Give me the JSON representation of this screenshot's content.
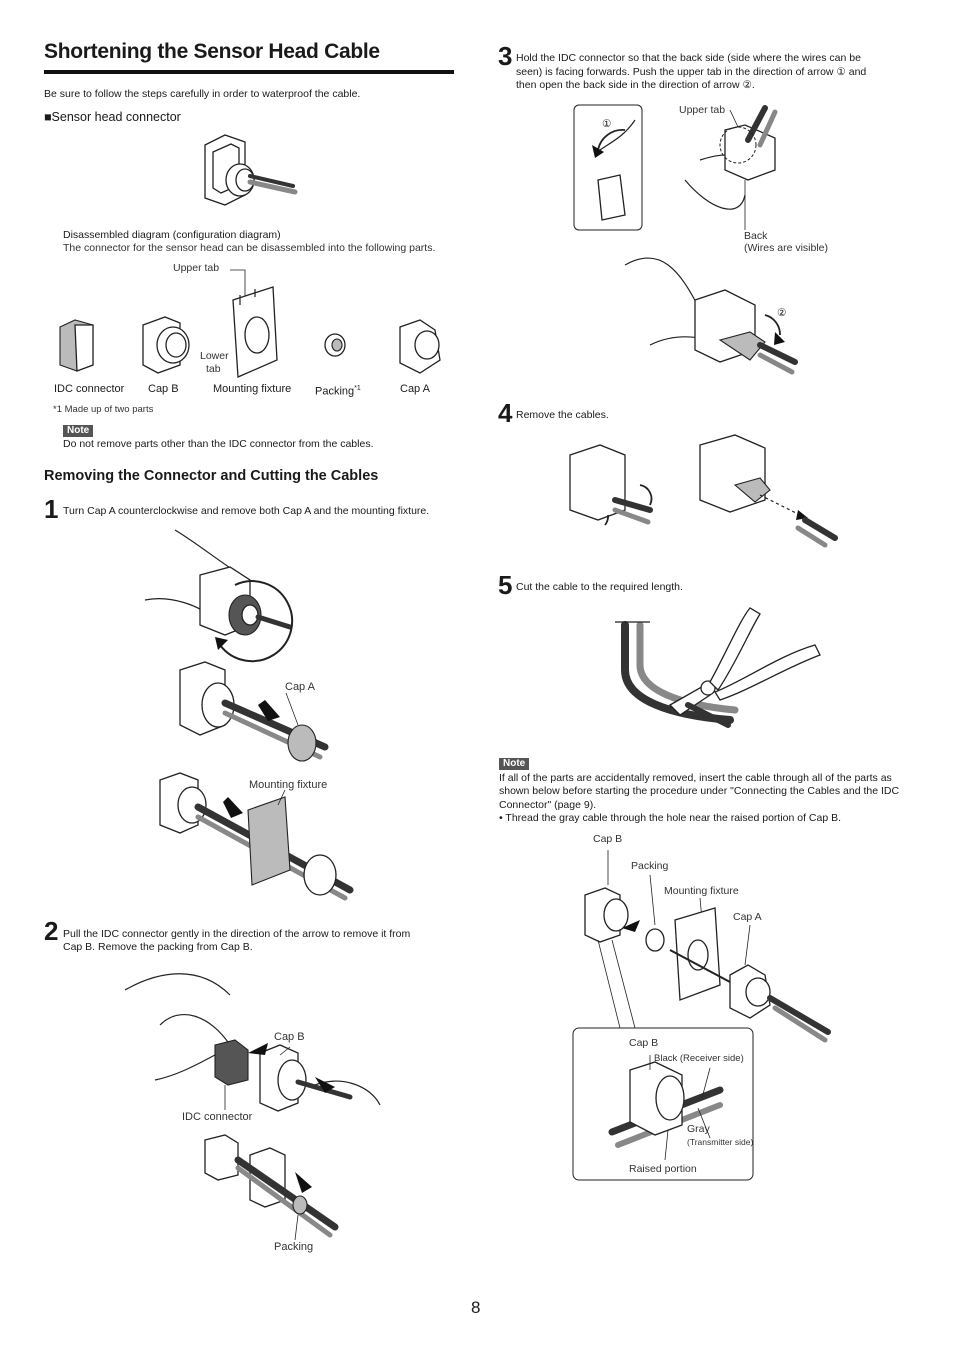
{
  "title": "Shortening the Sensor Head Cable",
  "intro": "Be sure to follow the steps carefully in order to waterproof the cable.",
  "sensor_head_connector": "■Sensor head connector",
  "disassembled": {
    "heading": "Disassembled diagram (configuration diagram)",
    "desc": "The connector for the sensor head can be disassembled into the following parts.",
    "upper_tab": "Upper tab",
    "lower_tab_1": "Lower",
    "lower_tab_2": "tab",
    "parts": [
      "IDC connector",
      "Cap B",
      "Mounting fixture",
      "Packing",
      "Cap A"
    ],
    "packing_sup": "*1",
    "footnote": "*1  Made up of two parts"
  },
  "note1": {
    "badge": "Note",
    "text": "Do not remove parts other than the IDC connector from the cables."
  },
  "section_heading": "Removing the Connector and Cutting the Cables",
  "step1": {
    "num": "1",
    "text": "Turn Cap A counterclockwise and remove both Cap A and the mounting fixture.",
    "label_cap_a": "Cap A",
    "label_mounting": "Mounting fixture"
  },
  "step2": {
    "num": "2",
    "text1": "Pull the IDC connector gently in the direction of the arrow to remove it from",
    "text2": "Cap B. Remove the packing from Cap B.",
    "label_cap_b": "Cap B",
    "label_idc": "IDC connector",
    "label_packing": "Packing"
  },
  "step3": {
    "num": "3",
    "text1": "Hold the IDC connector so that the back side (side where the wires can be",
    "text2": "seen) is facing forwards. Push the upper tab in the direction of arrow ① and",
    "text3": "then open the back side in the direction of arrow ②.",
    "label_upper_tab": "Upper tab",
    "label_circle1": "①",
    "label_back": "Back",
    "label_wires": "(Wires are visible)",
    "label_circle2": "②"
  },
  "step4": {
    "num": "4",
    "text": "Remove the cables."
  },
  "step5": {
    "num": "5",
    "text": "Cut the cable to the required length."
  },
  "note2": {
    "badge": "Note",
    "line1": "If all of the parts are accidentally removed, insert the cable through all of the parts as",
    "line2": "shown below before starting the procedure under \"Connecting the Cables and the IDC",
    "line3": "Connector\" (page 9).",
    "line4": "• Thread the gray cable through the hole near the raised portion of Cap B.",
    "label_cap_b": "Cap B",
    "label_packing": "Packing",
    "label_mounting": "Mounting fixture",
    "label_cap_a": "Cap A",
    "detail_cap_b": "Cap B",
    "detail_black": "Black (Receiver side)",
    "detail_gray": "Gray",
    "detail_transmitter": "(Transmitter side)",
    "detail_raised": "Raised portion"
  },
  "page_number": "8"
}
